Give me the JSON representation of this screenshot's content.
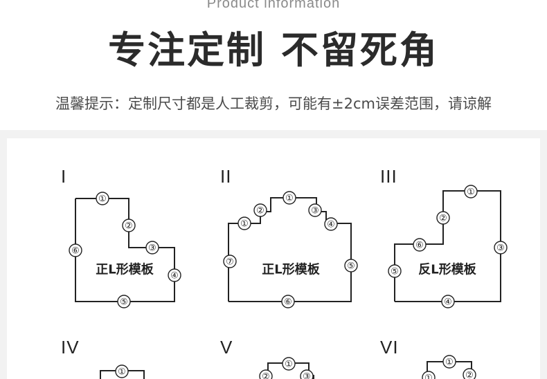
{
  "header": {
    "subtitle": "Product information",
    "title": "专注定制 不留死角",
    "tip": "温馨提示：定制尺寸都是人工裁剪，可能有±2cm误差范围，请谅解"
  },
  "templates": [
    {
      "roman": "I",
      "label": "正L形模板",
      "badges": [
        "①",
        "②",
        "③",
        "④",
        "⑤",
        "⑥"
      ]
    },
    {
      "roman": "II",
      "label": "正L形模板",
      "badges": [
        "①",
        "②",
        "①",
        "③",
        "④",
        "⑤",
        "⑥",
        "⑦"
      ]
    },
    {
      "roman": "III",
      "label": "反L形模板",
      "badges": [
        "①",
        "②",
        "③",
        "④",
        "⑤",
        "⑥"
      ]
    },
    {
      "roman": "IV",
      "badges": [
        "①"
      ]
    },
    {
      "roman": "V",
      "badges": [
        "①",
        "②",
        "③"
      ]
    },
    {
      "roman": "VI",
      "badges": [
        "①",
        "①",
        "②"
      ]
    }
  ],
  "colors": {
    "line": "#222222",
    "panel_bg": "#f2f2f2"
  }
}
